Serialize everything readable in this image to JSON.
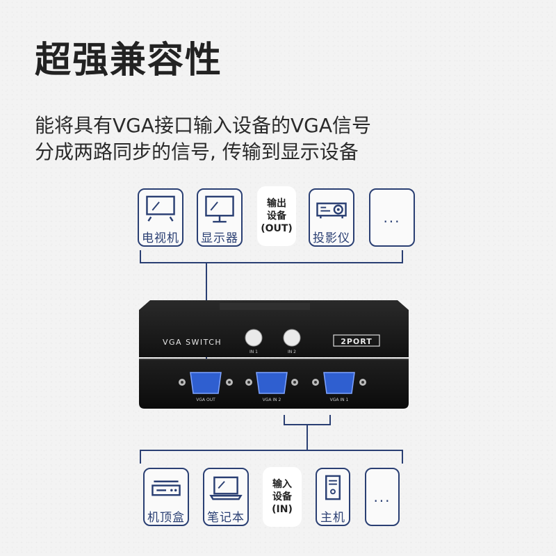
{
  "headline": "超强兼容性",
  "description": {
    "line1": "能将具有VGA接口输入设备的VGA信号",
    "line2": "分成两路同步的信号, 传输到显示设备"
  },
  "output_devices": [
    {
      "label": "电视机",
      "icon": "tv-icon"
    },
    {
      "label": "显示器",
      "icon": "monitor-icon"
    },
    {
      "label": "投影仪",
      "icon": "projector-icon"
    },
    {
      "label": "...",
      "icon": "more-icon"
    }
  ],
  "output_tag": {
    "line1": "输出",
    "line2": "设备",
    "line3": "(OUT)"
  },
  "input_devices": [
    {
      "label": "机顶盒",
      "icon": "set-top-box-icon"
    },
    {
      "label": "笔记本",
      "icon": "laptop-icon"
    },
    {
      "label": "主机",
      "icon": "desktop-tower-icon"
    },
    {
      "label": "...",
      "icon": "more-icon"
    }
  ],
  "input_tag": {
    "line1": "输入",
    "line2": "设备",
    "line3": "(IN)"
  },
  "switch": {
    "top_label": "VGA SWITCH",
    "port_count": "2PORT",
    "button1_label": "IN 1",
    "button2_label": "IN 2",
    "port_vga_out": "VGA OUT",
    "port_vga_in2": "VGA IN 2",
    "port_vga_in1": "VGA IN 1"
  },
  "colors": {
    "accent": "#2a3f73",
    "switch_body": "#1a1a1a",
    "vga_port": "#2f5fd0"
  }
}
